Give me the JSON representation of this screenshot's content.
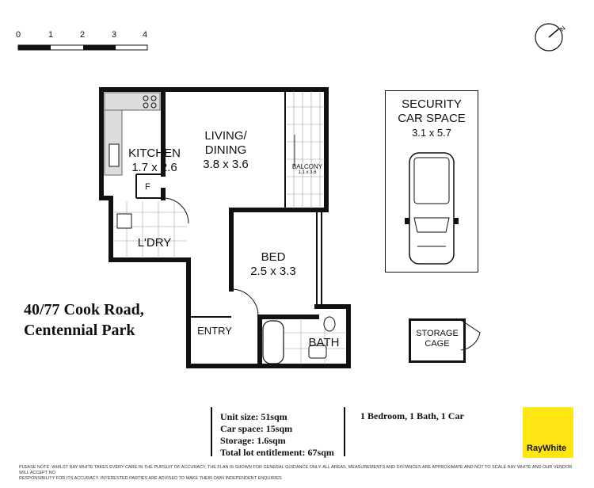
{
  "scale_bar": {
    "ticks": [
      "0",
      "1",
      "2",
      "3",
      "4"
    ]
  },
  "rooms": {
    "kitchen": {
      "name": "KITCHEN",
      "size": "1.7 x 2.6"
    },
    "fridge": {
      "label": "F"
    },
    "living": {
      "name_line1": "LIVING/",
      "name_line2": "DINING",
      "size": "3.8 x 3.6"
    },
    "balcony": {
      "name": "BALCONY",
      "size": "1.1 x 3.6"
    },
    "laundry": {
      "name": "L'DRY"
    },
    "bed": {
      "name": "BED",
      "size": "2.5 x 3.3"
    },
    "entry": {
      "name": "ENTRY"
    },
    "bath": {
      "name": "BATH"
    }
  },
  "car_space": {
    "line1": "SECURITY",
    "line2": "CAR SPACE",
    "size": "3.1 x 5.7"
  },
  "storage": {
    "line1": "STORAGE",
    "line2": "CAGE"
  },
  "address": {
    "line1": "40/77 Cook Road,",
    "line2": "Centennial Park"
  },
  "facts": [
    "Unit size: 51sqm",
    "Car space: 15sqm",
    "Storage: 1.6sqm",
    "Total lot entitlement: 67sqm"
  ],
  "summary": "1 Bedroom, 1 Bath, 1 Car",
  "logo": {
    "text": "RayWhite",
    "color": "#ffe512"
  },
  "compass": {
    "label": "N"
  },
  "disclaimer": {
    "line1": "PLEASE NOTE: WHILST RAY WHITE TAKES EVERY CARE IN THE PURSUIT OF ACCURACY, THE FLAN IS SHOWN FOR GENERAL GUIDANCE ONLY. ALL AREAS, MEASUREMENTS AND DISTANCES ARE APPROXIMATE AND NOT TO SCALE RAY WHITE AND OUR VENDOR WILL ACCEPT NO",
    "line2": "RESPONSIBILITY FOR ITS ACCURACY. INTERESTED PARTIES ARE ADVISED TO MAKE THEIR OWN INDEPENDENT ENQUIRIES"
  }
}
